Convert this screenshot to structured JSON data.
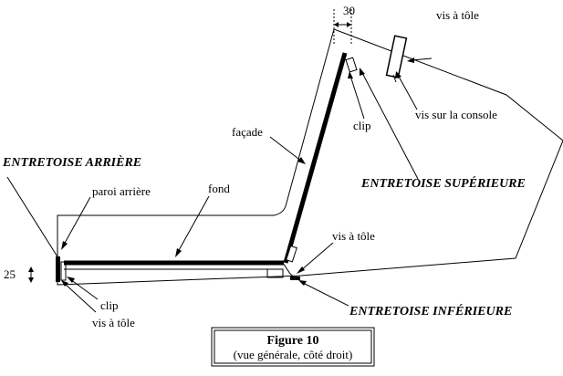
{
  "figure": {
    "title": "Figure 10",
    "subtitle": "(vue générale, côté droit)"
  },
  "labels": {
    "dim_30": "30",
    "dim_25": "25",
    "vis_a_tole_top": "vis  à tôle",
    "vis_sur_console": "vis sur la console",
    "clip_top": "clip",
    "facade": "façade",
    "entretoise_superieure": "ENTRETOISE SUPÉRIEURE",
    "entretoise_arriere": "ENTRETOISE ARRIÈRE",
    "paroi_arriere": "paroi arrière",
    "fond": "fond",
    "vis_a_tole_mid": "vis à tôle",
    "clip_bottom": "clip",
    "vis_a_tole_bottom": "vis à tôle",
    "entretoise_inferieure": "ENTRETOISE INFÉRIEURE"
  }
}
